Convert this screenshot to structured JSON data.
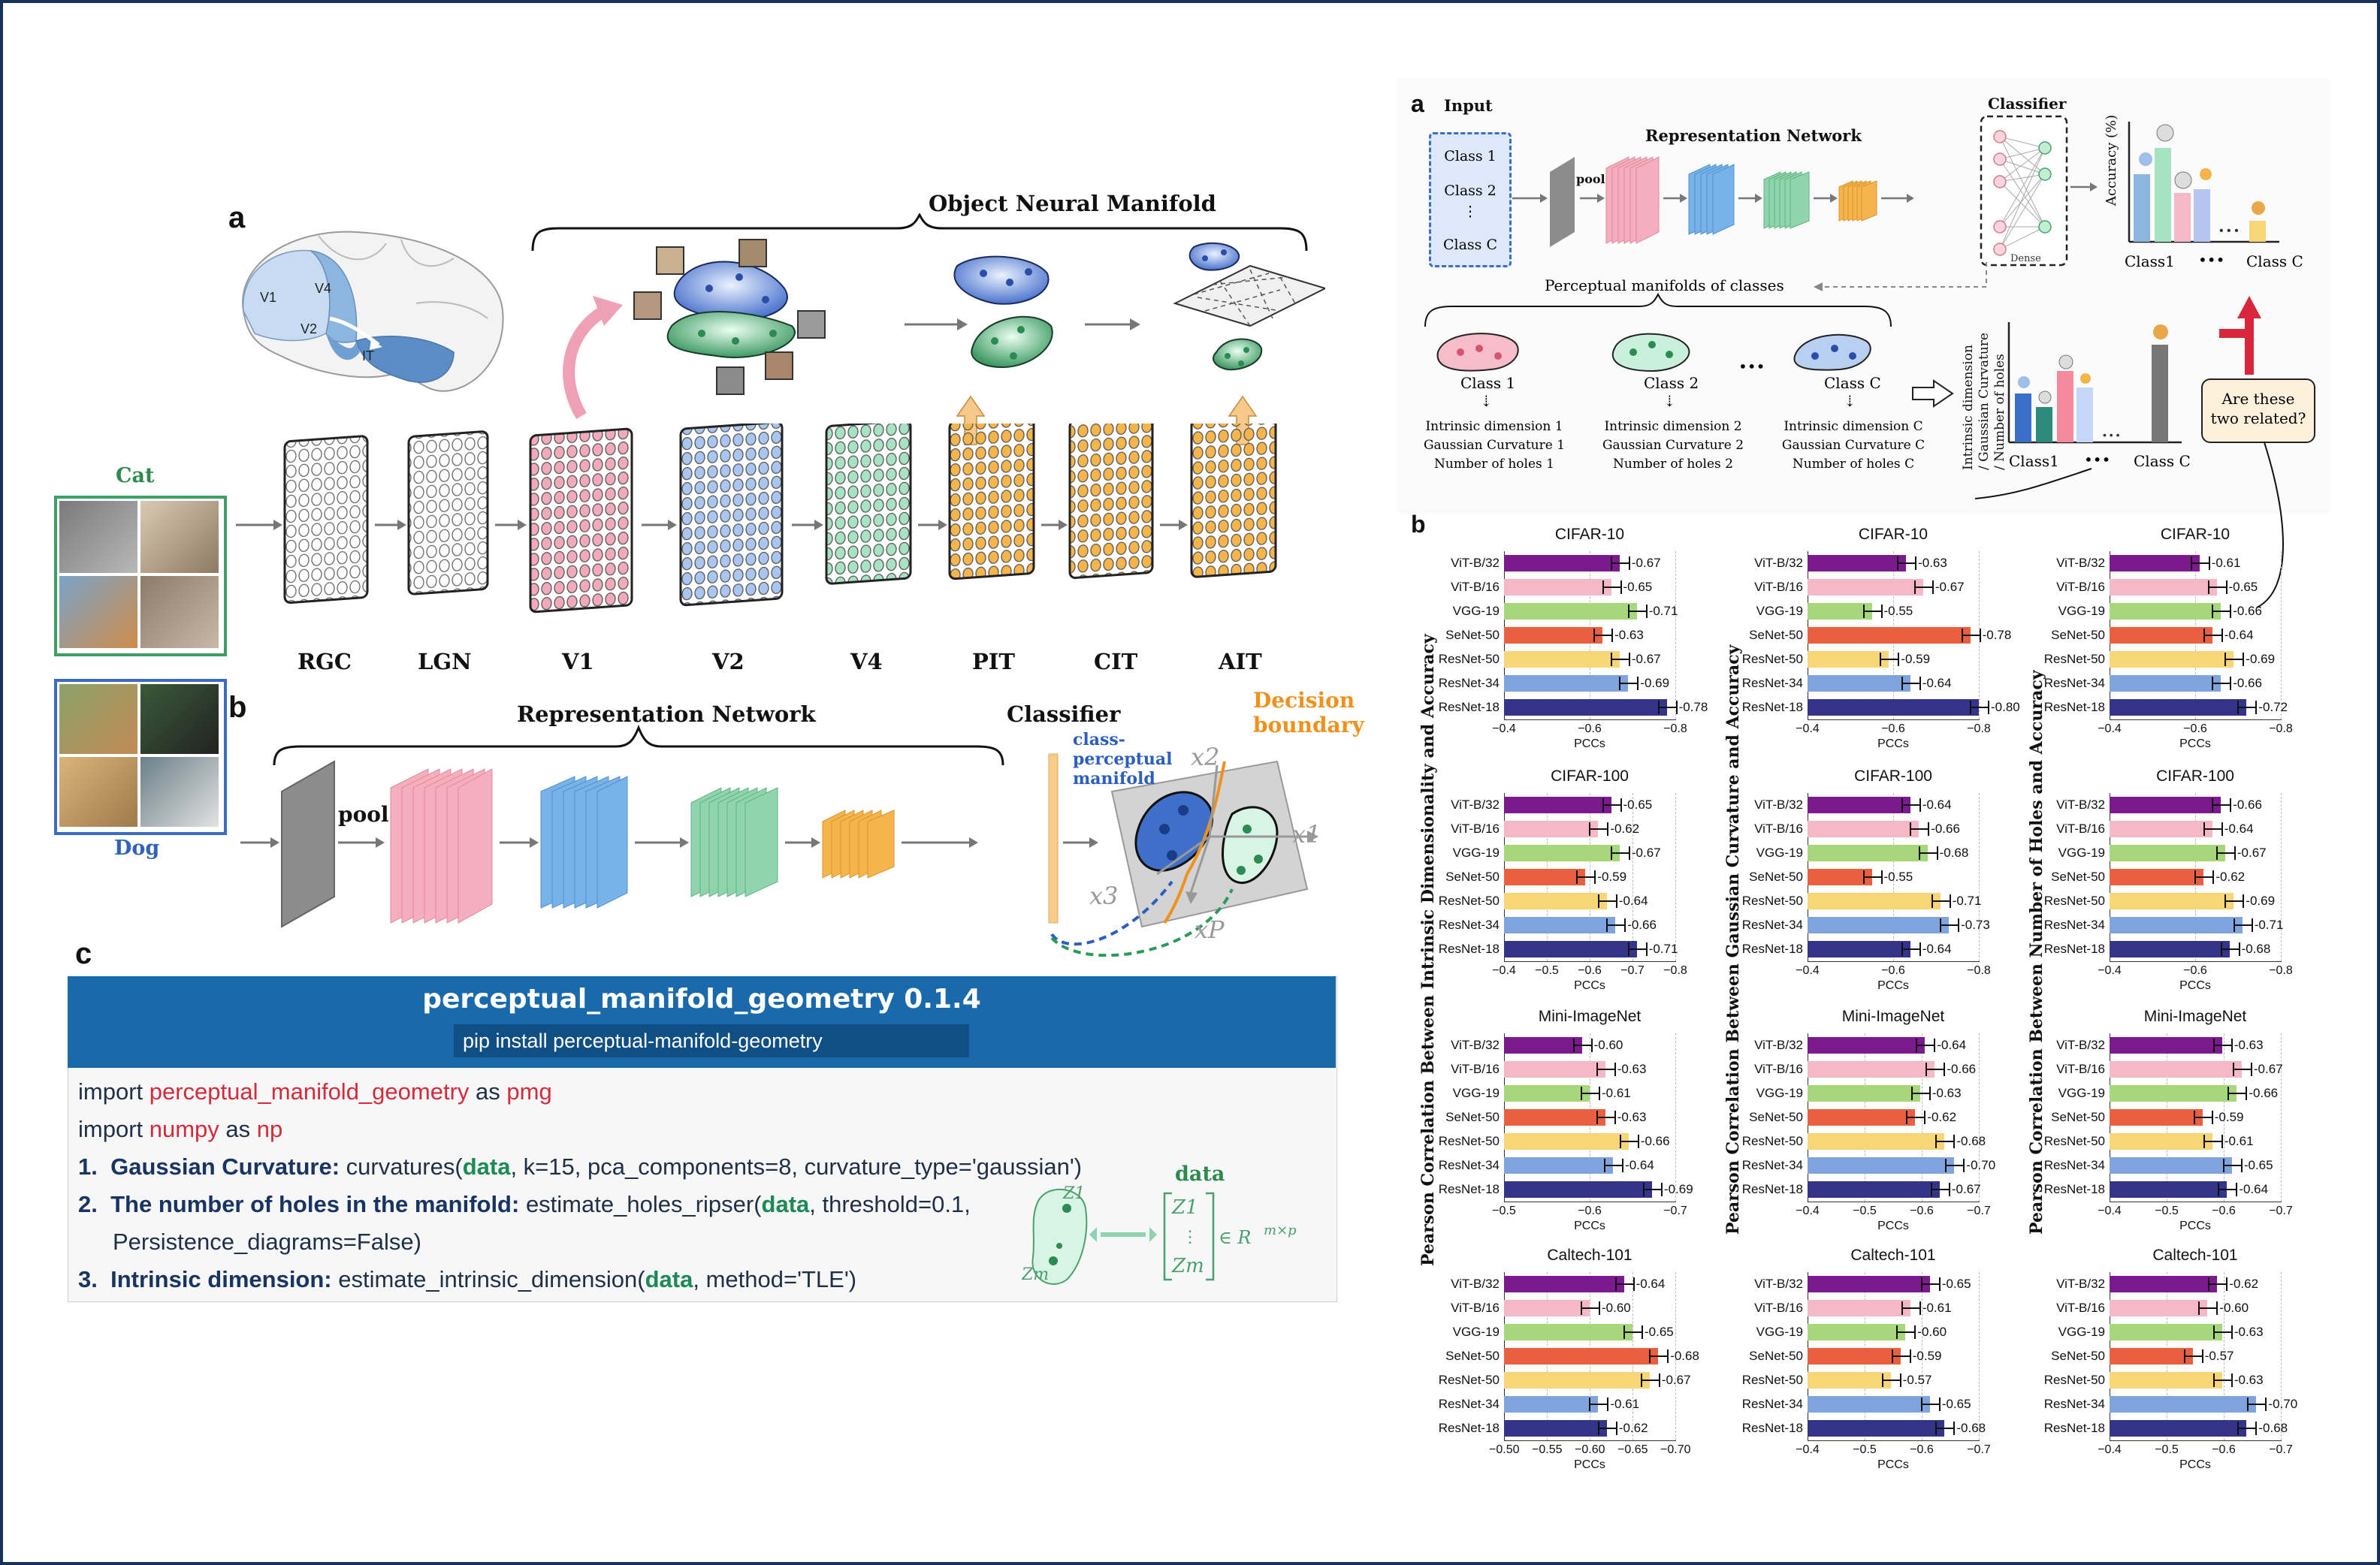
{
  "left": {
    "panel_a": "a",
    "panel_b": "b",
    "panel_c": "c",
    "object_neural_manifold": "Object Neural Manifold",
    "brain_labels": [
      "V1",
      "V4",
      "V2",
      "IT"
    ],
    "cat": "Cat",
    "dog": "Dog",
    "areas": [
      "RGC",
      "LGN",
      "V1",
      "V2",
      "V4",
      "PIT",
      "CIT",
      "AIT"
    ],
    "representation_network": "Representation Network",
    "classifier": "Classifier",
    "pool": "pool",
    "decision_boundary": "Decision boundary",
    "class_perceptual_manifold": "class-perceptual manifold",
    "axes": [
      "x2",
      "x1",
      "x3",
      "xP"
    ]
  },
  "code": {
    "title": "perceptual_manifold_geometry 0.1.4",
    "pip": "pip install perceptual-manifold-geometry",
    "line1_a": "import ",
    "line1_b": "perceptual_manifold_geometry",
    "line1_c": " as ",
    "line1_d": "pmg",
    "line2_a": "import ",
    "line2_b": "numpy",
    "line2_c": " as ",
    "line2_d": "np",
    "l3_num": "1.",
    "l3_head": "Gaussian Curvature:",
    "l3_a": " curvatures(",
    "l3_data": "data",
    "l3_b": ", k=15, pca_components=8, curvature_type='gaussian')",
    "l4_num": "2.",
    "l4_head": "The number of holes in the manifold:",
    "l4_a": " estimate_holes_ripser(",
    "l4_data": "data",
    "l4_b": ", threshold=0.1,",
    "l5": "Persistence_diagrams=False)",
    "l6_num": "3.",
    "l6_head": "Intrinsic dimension:",
    "l6_a": " estimate_intrinsic_dimension(",
    "l6_data": "data",
    "l6_b": ", method='TLE')",
    "data_label": "data",
    "matrix_top": "Z1",
    "matrix_bottom": "Zm",
    "matrix_space": "∈ R",
    "matrix_sup": "m×p"
  },
  "right_a": {
    "panel": "a",
    "input": "Input",
    "classes": [
      "Class 1",
      "Class 2",
      "⋮",
      "Class C"
    ],
    "pool": "pool",
    "representation_network": "Representation Network",
    "classifier": "Classifier",
    "dense": "Dense",
    "accuracy_axis": "Accuracy (%)",
    "acc_class1": "Class1",
    "acc_dots": "•••",
    "acc_classC": "Class C",
    "perceptual_manifolds": "Perceptual manifolds of classes",
    "manifold_classes": [
      "Class 1",
      "Class 2",
      "•••",
      "Class C"
    ],
    "metrics": [
      [
        "Intrinsic dimension 1",
        "Gaussian Curvature 1",
        "Number of holes 1"
      ],
      [
        "Intrinsic dimension 2",
        "Gaussian Curvature 2",
        "Number of holes 2"
      ],
      [
        "Intrinsic dimension C",
        "Gaussian Curvature C",
        "Number of holes C"
      ]
    ],
    "metric_axis": [
      "Intrinsic dimension",
      "/ Gaussian Curvature",
      "/ Number of holes"
    ],
    "related_question": "Are these two related?"
  },
  "right_b": {
    "panel": "b",
    "col_titles": [
      "Pearson Correlation Between Intrinsic Dimensionality and  Accuracy",
      "Pearson Correlation Between Gaussian Curvature and Accuracy",
      "Pearson Correlation Between Number of Holes and Accuracy"
    ],
    "xlabel": "PCCs"
  },
  "chart_data": [
    {
      "type": "bar",
      "title": "CIFAR-10",
      "categories": [
        "ViT-B/32",
        "ViT-B/16",
        "VGG-19",
        "SeNet-50",
        "ResNet-50",
        "ResNet-34",
        "ResNet-18"
      ],
      "values": [
        -0.67,
        -0.65,
        -0.71,
        -0.63,
        -0.67,
        -0.69,
        -0.78
      ],
      "labels": [
        "-0.67",
        "-0.65",
        "-0.71",
        "-0.63",
        "-0.67",
        "-0.69",
        "-0.78"
      ],
      "ticks": [
        "−0.4",
        "−0.6",
        "−0.8"
      ],
      "xlim": [
        -0.4,
        -0.8
      ],
      "xlabel": "PCCs"
    },
    {
      "type": "bar",
      "title": "CIFAR-10",
      "categories": [
        "ViT-B/32",
        "ViT-B/16",
        "VGG-19",
        "SeNet-50",
        "ResNet-50",
        "ResNet-34",
        "ResNet-18"
      ],
      "values": [
        -0.63,
        -0.67,
        -0.55,
        -0.78,
        -0.59,
        -0.64,
        -0.8
      ],
      "labels": [
        "-0.63",
        "-0.67",
        "-0.55",
        "-0.78",
        "-0.59",
        "-0.64",
        "-0.80"
      ],
      "ticks": [
        "−0.4",
        "−0.6",
        "−0.8"
      ],
      "xlim": [
        -0.4,
        -0.8
      ],
      "xlabel": "PCCs"
    },
    {
      "type": "bar",
      "title": "CIFAR-10",
      "categories": [
        "ViT-B/32",
        "ViT-B/16",
        "VGG-19",
        "SeNet-50",
        "ResNet-50",
        "ResNet-34",
        "ResNet-18"
      ],
      "values": [
        -0.61,
        -0.65,
        -0.66,
        -0.64,
        -0.69,
        -0.66,
        -0.72
      ],
      "labels": [
        "-0.61",
        "-0.65",
        "-0.66",
        "-0.64",
        "-0.69",
        "-0.66",
        "-0.72"
      ],
      "ticks": [
        "−0.4",
        "−0.6",
        "−0.8"
      ],
      "xlim": [
        -0.4,
        -0.8
      ],
      "xlabel": "PCCs"
    },
    {
      "type": "bar",
      "title": "CIFAR-100",
      "categories": [
        "ViT-B/32",
        "ViT-B/16",
        "VGG-19",
        "SeNet-50",
        "ResNet-50",
        "ResNet-34",
        "ResNet-18"
      ],
      "values": [
        -0.65,
        -0.62,
        -0.67,
        -0.59,
        -0.64,
        -0.66,
        -0.71
      ],
      "labels": [
        "-0.65",
        "-0.62",
        "-0.67",
        "-0.59",
        "-0.64",
        "-0.66",
        "-0.71"
      ],
      "ticks": [
        "−0.4",
        "−0.5",
        "−0.6",
        "−0.7",
        "−0.8"
      ],
      "xlim": [
        -0.4,
        -0.8
      ],
      "xlabel": "PCCs"
    },
    {
      "type": "bar",
      "title": "CIFAR-100",
      "categories": [
        "ViT-B/32",
        "ViT-B/16",
        "VGG-19",
        "SeNet-50",
        "ResNet-50",
        "ResNet-34",
        "ResNet-18"
      ],
      "values": [
        -0.64,
        -0.66,
        -0.68,
        -0.55,
        -0.71,
        -0.73,
        -0.64
      ],
      "labels": [
        "-0.64",
        "-0.66",
        "-0.68",
        "-0.55",
        "-0.71",
        "-0.73",
        "-0.64"
      ],
      "ticks": [
        "−0.4",
        "−0.6",
        "−0.8"
      ],
      "xlim": [
        -0.4,
        -0.8
      ],
      "xlabel": "PCCs"
    },
    {
      "type": "bar",
      "title": "CIFAR-100",
      "categories": [
        "ViT-B/32",
        "ViT-B/16",
        "VGG-19",
        "SeNet-50",
        "ResNet-50",
        "ResNet-34",
        "ResNet-18"
      ],
      "values": [
        -0.66,
        -0.64,
        -0.67,
        -0.62,
        -0.69,
        -0.71,
        -0.68
      ],
      "labels": [
        "-0.66",
        "-0.64",
        "-0.67",
        "-0.62",
        "-0.69",
        "-0.71",
        "-0.68"
      ],
      "ticks": [
        "−0.4",
        "−0.6",
        "−0.8"
      ],
      "xlim": [
        -0.4,
        -0.8
      ],
      "xlabel": "PCCs"
    },
    {
      "type": "bar",
      "title": "Mini-ImageNet",
      "categories": [
        "ViT-B/32",
        "ViT-B/16",
        "VGG-19",
        "SeNet-50",
        "ResNet-50",
        "ResNet-34",
        "ResNet-18"
      ],
      "values": [
        -0.6,
        -0.63,
        -0.61,
        -0.63,
        -0.66,
        -0.64,
        -0.69
      ],
      "labels": [
        "-0.60",
        "-0.63",
        "-0.61",
        "-0.63",
        "-0.66",
        "-0.64",
        "-0.69"
      ],
      "ticks": [
        "−0.5",
        "−0.6",
        "−0.7"
      ],
      "xlim": [
        -0.5,
        -0.72
      ],
      "xlabel": "PCCs"
    },
    {
      "type": "bar",
      "title": "Mini-ImageNet",
      "categories": [
        "ViT-B/32",
        "ViT-B/16",
        "VGG-19",
        "SeNet-50",
        "ResNet-50",
        "ResNet-34",
        "ResNet-18"
      ],
      "values": [
        -0.64,
        -0.66,
        -0.63,
        -0.62,
        -0.68,
        -0.7,
        -0.67
      ],
      "labels": [
        "-0.64",
        "-0.66",
        "-0.63",
        "-0.62",
        "-0.68",
        "-0.70",
        "-0.67"
      ],
      "ticks": [
        "−0.4",
        "−0.5",
        "−0.6",
        "−0.7"
      ],
      "xlim": [
        -0.4,
        -0.75
      ],
      "xlabel": "PCCs"
    },
    {
      "type": "bar",
      "title": "Mini-ImageNet",
      "categories": [
        "ViT-B/32",
        "ViT-B/16",
        "VGG-19",
        "SeNet-50",
        "ResNet-50",
        "ResNet-34",
        "ResNet-18"
      ],
      "values": [
        -0.63,
        -0.67,
        -0.66,
        -0.59,
        -0.61,
        -0.65,
        -0.64
      ],
      "labels": [
        "-0.63",
        "-0.67",
        "-0.66",
        "-0.59",
        "-0.61",
        "-0.65",
        "-0.64"
      ],
      "ticks": [
        "−0.4",
        "−0.5",
        "−0.6",
        "−0.7"
      ],
      "xlim": [
        -0.4,
        -0.75
      ],
      "xlabel": "PCCs"
    },
    {
      "type": "bar",
      "title": "Caltech-101",
      "categories": [
        "ViT-B/32",
        "ViT-B/16",
        "VGG-19",
        "SeNet-50",
        "ResNet-50",
        "ResNet-34",
        "ResNet-18"
      ],
      "values": [
        -0.64,
        -0.6,
        -0.65,
        -0.68,
        -0.67,
        -0.61,
        -0.62
      ],
      "labels": [
        "-0.64",
        "-0.60",
        "-0.65",
        "-0.68",
        "-0.67",
        "-0.61",
        "-0.62"
      ],
      "ticks": [
        "−0.50",
        "−0.55",
        "−0.60",
        "−0.65",
        "−0.70"
      ],
      "xlim": [
        -0.5,
        -0.7
      ],
      "xlabel": "PCCs"
    },
    {
      "type": "bar",
      "title": "Caltech-101",
      "categories": [
        "ViT-B/32",
        "ViT-B/16",
        "VGG-19",
        "SeNet-50",
        "ResNet-50",
        "ResNet-34",
        "ResNet-18"
      ],
      "values": [
        -0.65,
        -0.61,
        -0.6,
        -0.59,
        -0.57,
        -0.65,
        -0.68
      ],
      "labels": [
        "-0.65",
        "-0.61",
        "-0.60",
        "-0.59",
        "-0.57",
        "-0.65",
        "-0.68"
      ],
      "ticks": [
        "−0.4",
        "−0.5",
        "−0.6",
        "−0.7"
      ],
      "xlim": [
        -0.4,
        -0.75
      ],
      "xlabel": "PCCs"
    },
    {
      "type": "bar",
      "title": "Caltech-101",
      "categories": [
        "ViT-B/32",
        "ViT-B/16",
        "VGG-19",
        "SeNet-50",
        "ResNet-50",
        "ResNet-34",
        "ResNet-18"
      ],
      "values": [
        -0.62,
        -0.6,
        -0.63,
        -0.57,
        -0.63,
        -0.7,
        -0.68
      ],
      "labels": [
        "-0.62",
        "-0.60",
        "-0.63",
        "-0.57",
        "-0.63",
        "-0.70",
        "-0.68"
      ],
      "ticks": [
        "−0.4",
        "−0.5",
        "−0.6",
        "−0.7"
      ],
      "xlim": [
        -0.4,
        -0.75
      ],
      "xlabel": "PCCs"
    }
  ],
  "colors": {
    "bars": [
      "#7b1a8c",
      "#f6b8c6",
      "#a6d77a",
      "#e8603f",
      "#f8d677",
      "#7fa3dd",
      "#33348a"
    ],
    "pink": "#f0a0b4",
    "blue": "#7eb4e6",
    "green": "#8fd4ac",
    "orange": "#f6b54a",
    "header_blue": "#1a6aab",
    "red_arrow": "#d8263a"
  }
}
